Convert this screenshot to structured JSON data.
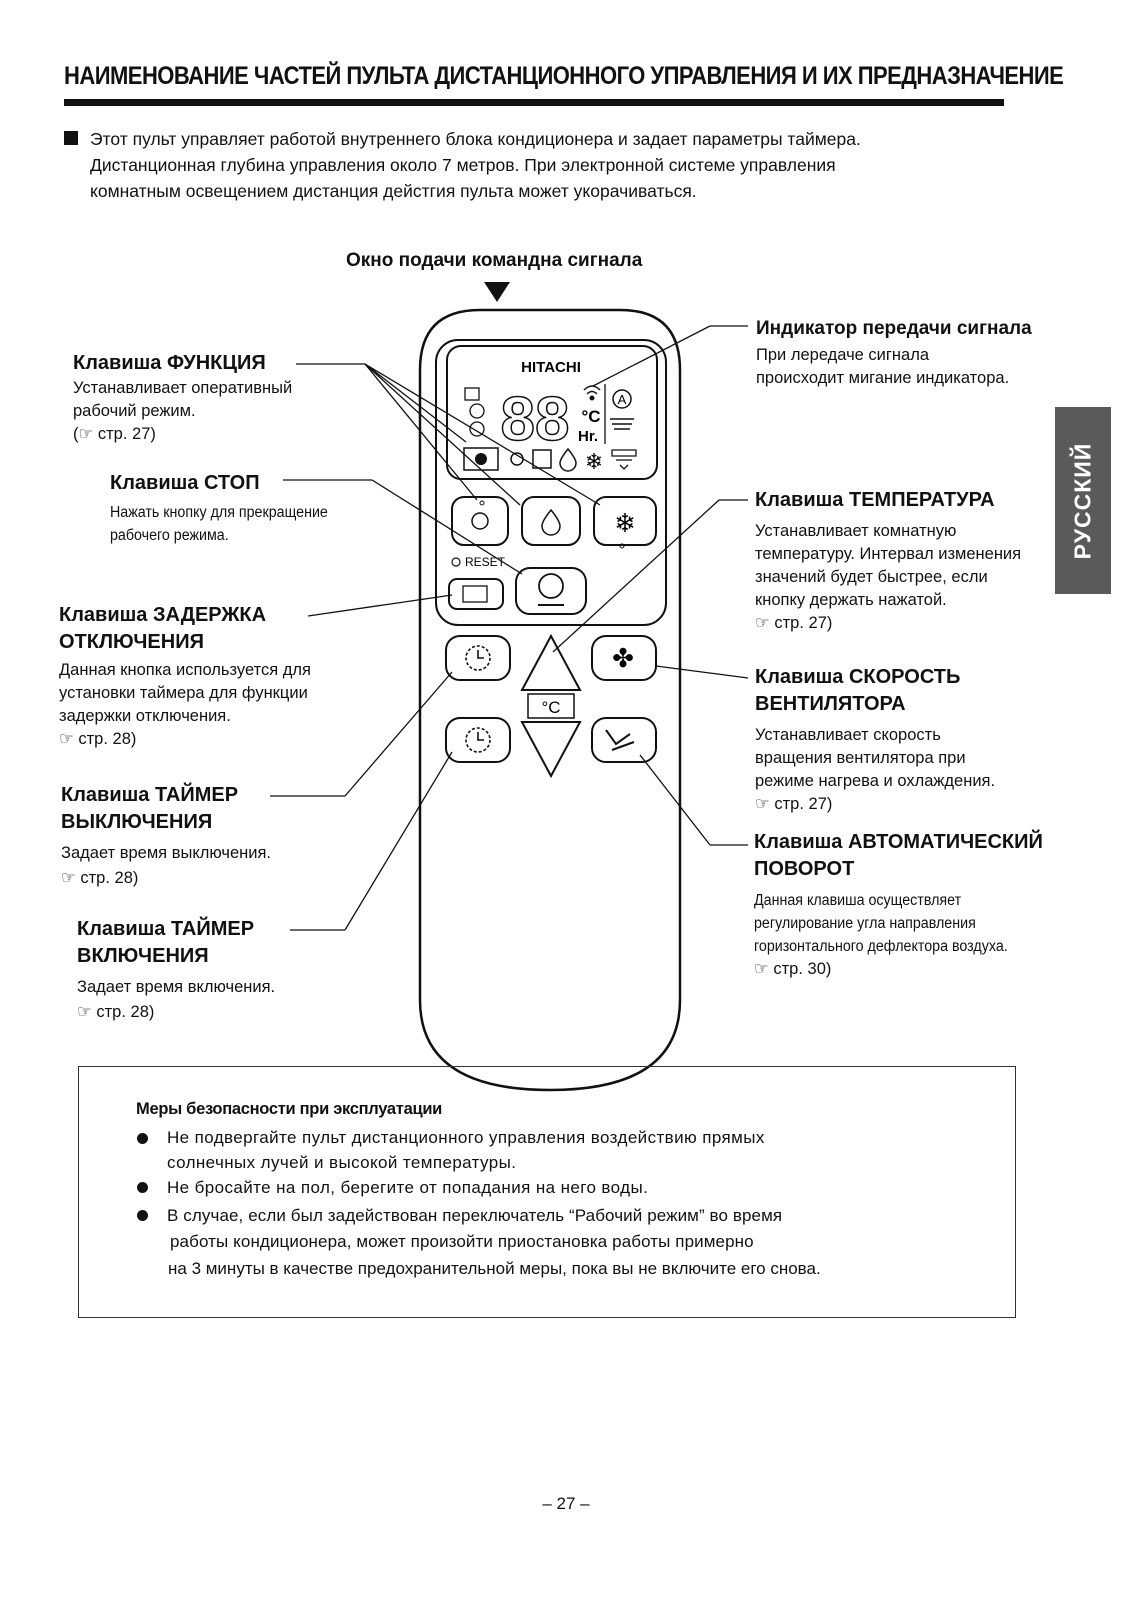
{
  "title": "НАИМЕНОВАНИЕ  ЧАСТЕЙ ПУЛЬТА ДИСТАНЦИОННОГО УПРАВЛЕНИЯ И ИХ ПРЕДНАЗНАЧЕНИЕ",
  "intro": [
    "Этот пульт управляет работой внутреннего блока кондиционера и задает параметры таймера.",
    "Дистанционная глубина управления около 7 метров. При электронной системе управления",
    "комнатным освещением дистанция дейстгия пульта может укорачиваться."
  ],
  "window_label": "Окно подачи командна сигнала",
  "remote": {
    "brand": "HITACHI",
    "display_digits": "88",
    "display_unit_c": "°C",
    "display_unit_hr": "Hr.",
    "auto_symbol": "A",
    "reset_label": "RESET",
    "temp_symbol": "°C"
  },
  "labels": {
    "function": {
      "title": "Клавиша ФУНКЦИЯ",
      "desc": [
        "Устанавливает оперативный",
        "рабочий режим."
      ],
      "ref": "(☞ стр. 27)"
    },
    "stop": {
      "title": "Клавиша СТОП",
      "desc": [
        "Нажать кнопку для прекращение",
        "рабочего режима."
      ]
    },
    "delay": {
      "title": [
        "Клавиша ЗАДЕРЖКА",
        "ОТКЛЮЧЕНИЯ"
      ],
      "desc": [
        "Данная кнопка используется для",
        "установки таймера для функции",
        "задержки отключения."
      ],
      "ref": "☞ стр. 28)"
    },
    "timer_off": {
      "title": [
        "Клавиша ТАЙМЕР",
        "ВЫКЛЮЧЕНИЯ"
      ],
      "desc": [
        "Задает время выключения."
      ],
      "ref": "☞ стр. 28)"
    },
    "timer_on": {
      "title": [
        "Клавиша ТАЙМЕР",
        "ВКЛЮЧЕНИЯ"
      ],
      "desc": [
        "Задает время включения."
      ],
      "ref": "☞ стр. 28)"
    },
    "signal": {
      "title": "Индикатор передачи сигнала",
      "desc": [
        "При лередаче сигнала",
        "происходит мигание индикатора."
      ]
    },
    "temperature": {
      "title": "Клавиша ТЕМПЕРАТУРА",
      "desc": [
        "Устанавливает комнатную",
        "температуру. Интервал изменения",
        "значений будет быстрее, если",
        "кнопку держать нажатой."
      ],
      "ref": "☞ стр.  27)"
    },
    "fan": {
      "title": [
        "Клавиша СКОРОСТЬ",
        "ВЕНТИЛЯТОРА"
      ],
      "desc": [
        "Устанавливает скорость",
        "вращения вентилятора при",
        "режиме нагрева и охлаждения."
      ],
      "ref": "☞ стр.  27)"
    },
    "swing": {
      "title": [
        "Клавиша АВТОМАТИЧЕСКИЙ",
        "ПОВОРОТ"
      ],
      "desc": [
        "Данная клавиша осуществляет",
        "регулирование угла направления",
        "горизонтального дефлектора воздуха."
      ],
      "ref": "☞ стр. 30)"
    }
  },
  "side_tab": "РУССКИЙ",
  "safety": {
    "title": "Меры безопасности при эксплуатации",
    "lines": [
      "Не подвергайте пульт дистанционного управления воздействию  прямых",
      "солнечных  лучей  и  высокой  температуры.",
      "Не  бросайте  на  пол,  берегите  от попадания  на  него  воды.",
      "В  случае,  если  был  задействован переключатель “Рабочий режим” во время",
      "работы  кондиционера,  может произойти  приостановка  работы примерно",
      "на  3  минуты  в  качестве предохранительной меры, пока вы не включите  его  снова."
    ]
  },
  "page_number": "– 27 –"
}
